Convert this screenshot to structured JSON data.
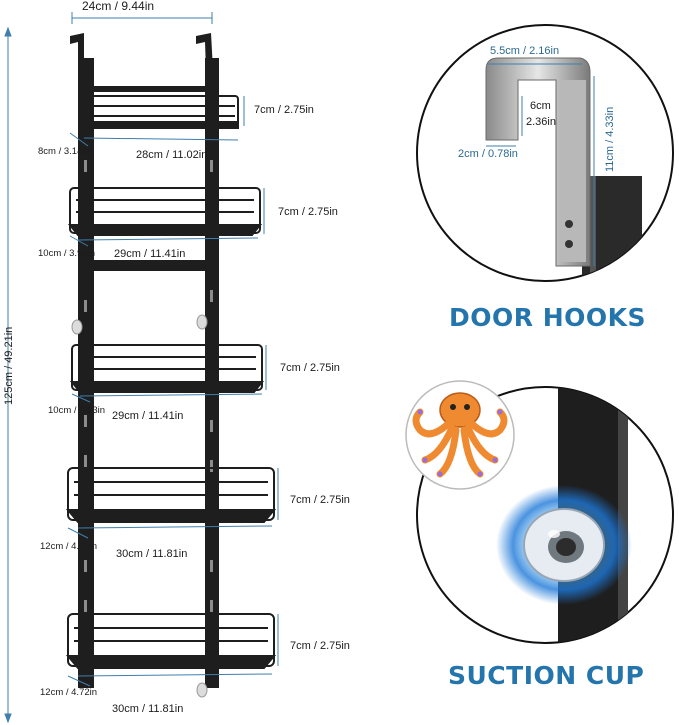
{
  "dimensions": {
    "top_width": "24cm / 9.44in",
    "total_height": "125cm / 49.21in",
    "shelves": [
      {
        "height": "7cm / 2.75in",
        "width": "28cm / 11.02in",
        "depth": "8cm / 3.14in"
      },
      {
        "height": "7cm / 2.75in",
        "width": "29cm / 11.41in",
        "depth": "10cm / 3.93in"
      },
      {
        "height": "7cm / 2.75in",
        "width": "29cm / 11.41in",
        "depth": "10cm / 3.93in"
      },
      {
        "height": "7cm / 2.75in",
        "width": "30cm / 11.81in",
        "depth": "12cm / 4.72in"
      },
      {
        "height": "7cm / 2.75in",
        "width": "30cm / 11.81in",
        "depth": "12cm / 4.72in"
      }
    ]
  },
  "door_hook": {
    "title": "DOOR HOOKS",
    "width": "5.5cm / 2.16in",
    "inner_cm": "6cm",
    "inner_in": "2.36in",
    "gap": "2cm / 0.78in",
    "height": "11cm / 4.33in"
  },
  "suction": {
    "title": "SUCTION CUP"
  },
  "colors": {
    "accent": "#2575ad",
    "metal": "#1e1e1e",
    "dimension_line": "#3e7fae"
  }
}
